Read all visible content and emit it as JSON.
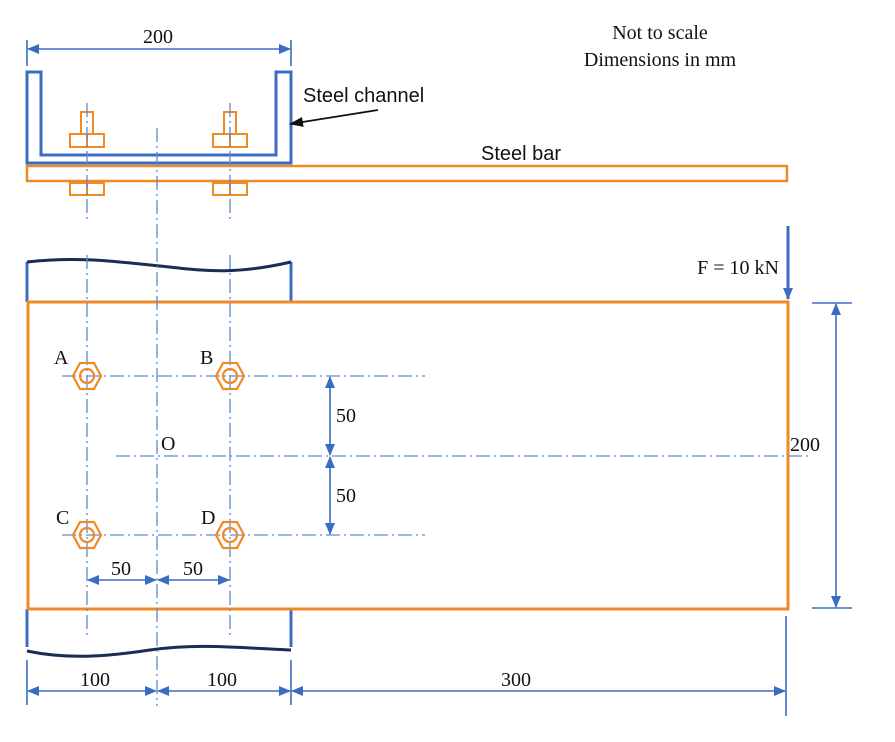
{
  "notes": {
    "scale": "Not to scale",
    "units": "Dimensions in mm"
  },
  "labels": {
    "steel_channel": "Steel channel",
    "steel_bar": "Steel bar",
    "force": "F = 10 kN",
    "centroid": "O",
    "bolt_a": "A",
    "bolt_b": "B",
    "bolt_c": "C",
    "bolt_d": "D"
  },
  "dimensions": {
    "channel_width": "200",
    "bolt_spacing_upper": "50",
    "bolt_spacing_lower": "50",
    "bar_height": "200",
    "bolt_offset_left": "50",
    "bolt_offset_right": "50",
    "bottom_left": "100",
    "bottom_mid": "100",
    "bottom_right": "300"
  },
  "colors": {
    "channel": "#3b6cc4",
    "bar": "#f08a24",
    "centerline": "#5b8bd8",
    "edge_dark": "#1d2c55"
  }
}
